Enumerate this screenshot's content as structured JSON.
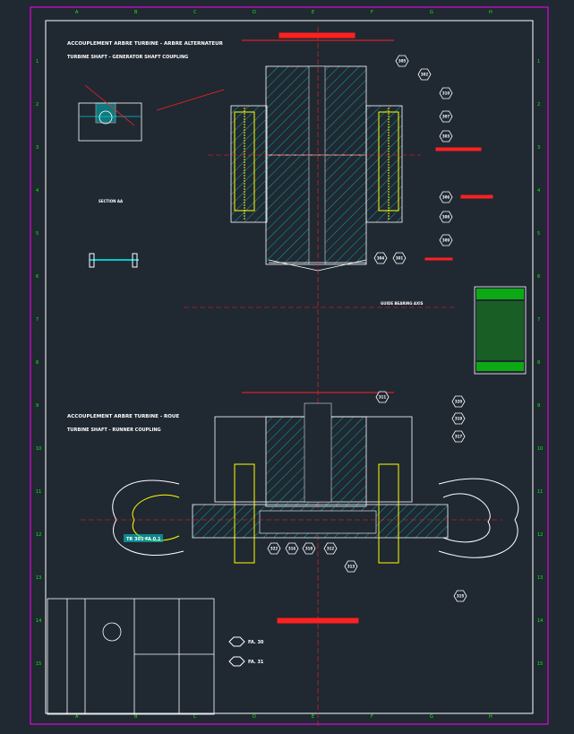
{
  "drawing": {
    "title_fr_top": "ACCOUPLEMENT ARBRE TURBINE - ARBRE ALTERNATEUR",
    "title_en_top": "TURBINE SHAFT - GENERATOR SHAFT COUPLING",
    "title_fr_bottom": "ACCOUPLEMENT ARBRE TURBINE - ROUE",
    "title_en_bottom": "TURBINE SHAFT - RUNNER COUPLING",
    "section_label": "SECTION AA",
    "guide_bearing_label": "GUIDE BEARING AXIS",
    "runner_label": "TR 301 FA 0.1",
    "legend": [
      {
        "symbol": "hexagon",
        "label": "FA. 30"
      },
      {
        "symbol": "hexagon",
        "label": "FA. 31"
      }
    ]
  },
  "zone_letters_top": [
    "A",
    "B",
    "C",
    "D",
    "E",
    "F",
    "G",
    "H"
  ],
  "zone_numbers_side": [
    "1",
    "2",
    "3",
    "4",
    "5",
    "6",
    "7",
    "8",
    "9",
    "10",
    "11",
    "12",
    "13",
    "14",
    "15"
  ],
  "part_refs_top": [
    "305",
    "302",
    "310",
    "307",
    "303",
    "306",
    "308",
    "309",
    "304",
    "301"
  ],
  "part_refs_bottom": [
    "311",
    "320",
    "319",
    "317",
    "322",
    "316",
    "318",
    "312",
    "313",
    "315"
  ],
  "colors": {
    "background": "#202832",
    "frame": "#ff00ff",
    "outline": "#ffffff",
    "hatch": "#00c8c8",
    "bolt": "#ffff00",
    "dim": "#ff2020",
    "grid": "#00ff00"
  }
}
